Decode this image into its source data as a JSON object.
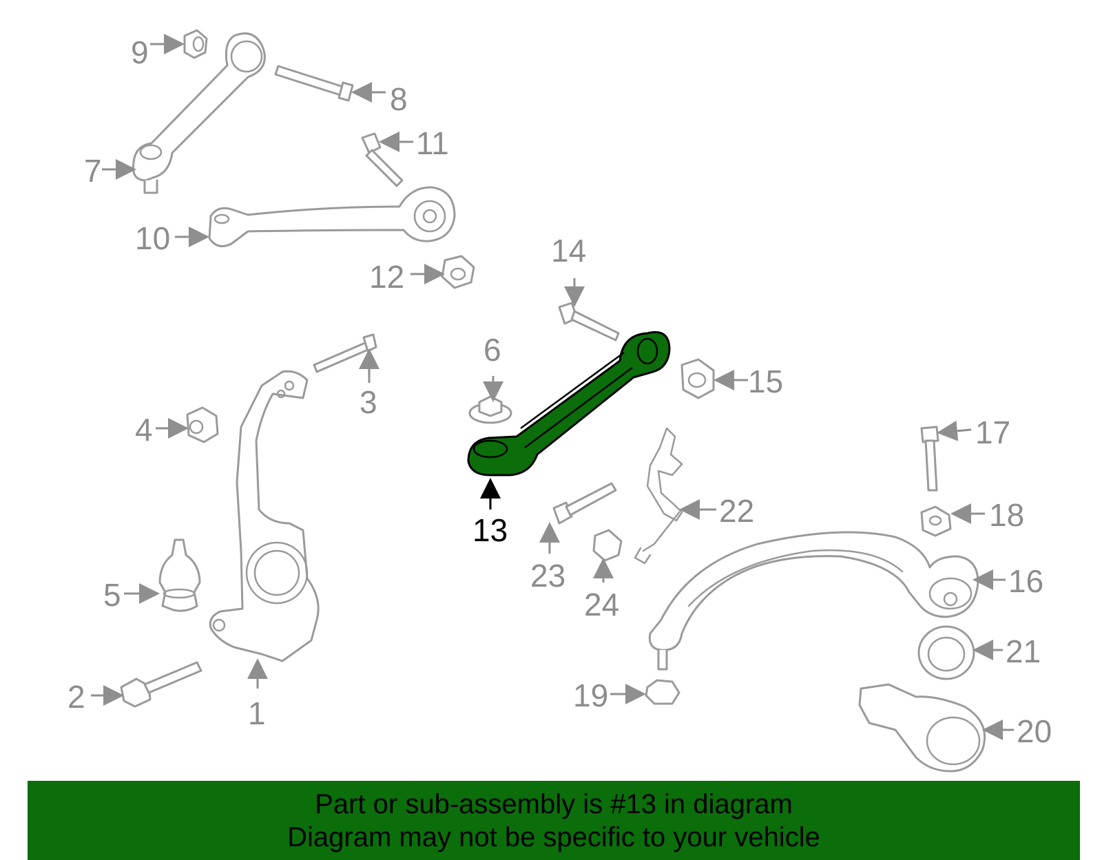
{
  "diagram": {
    "highlighted_part": "13",
    "callouts": [
      "1",
      "2",
      "3",
      "4",
      "5",
      "6",
      "7",
      "8",
      "9",
      "10",
      "11",
      "12",
      "13",
      "14",
      "15",
      "16",
      "17",
      "18",
      "19",
      "20",
      "21",
      "22",
      "23",
      "24"
    ]
  },
  "banner": {
    "line1": "Part or sub-assembly is #13 in diagram",
    "line2": "Diagram may not be specific to your vehicle"
  },
  "colors": {
    "highlight": "#0b6e0b",
    "part_outline": "#9a9a9a",
    "banner_background": "#0b6e0b"
  }
}
